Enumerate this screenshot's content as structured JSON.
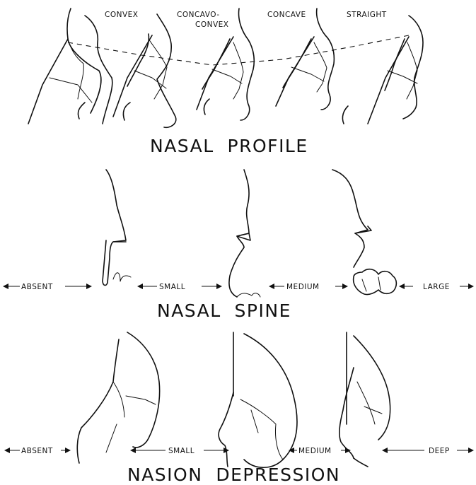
{
  "nasal_profile": {
    "title": "NASAL  PROFILE",
    "types": [
      "CONVEX",
      "CONCAVO-",
      "CONVEX",
      "CONCAVE",
      "STRAIGHT"
    ]
  },
  "nasal_spine": {
    "title": "NASAL  SPINE",
    "grades": [
      "ABSENT",
      "SMALL",
      "MEDIUM",
      "LARGE"
    ]
  },
  "nasion_depression": {
    "title": "NASION  DEPRESSION",
    "grades": [
      "ABSENT",
      "SMALL",
      "MEDIUM",
      "DEEP"
    ]
  }
}
